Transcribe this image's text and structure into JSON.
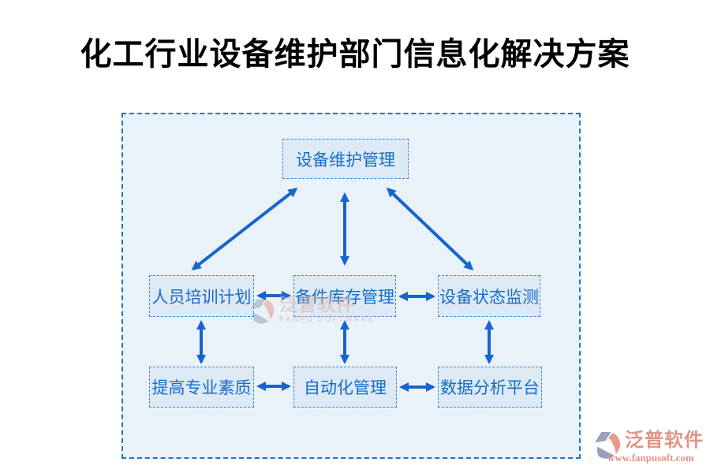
{
  "title": "化工行业设备维护部门信息化解决方案",
  "diagram": {
    "nodes": [
      {
        "id": "equipment-maintenance-management",
        "label": "设备维护管理"
      },
      {
        "id": "personnel-training-plan",
        "label": "人员培训计划"
      },
      {
        "id": "spare-parts-inventory-management",
        "label": "备件库存管理"
      },
      {
        "id": "equipment-status-monitoring",
        "label": "设备状态监测"
      },
      {
        "id": "improve-professional-quality",
        "label": "提高专业素质"
      },
      {
        "id": "automation-management",
        "label": "自动化管理"
      },
      {
        "id": "data-analysis-platform",
        "label": "数据分析平台"
      }
    ],
    "edges": [
      {
        "from": "equipment-maintenance-management",
        "to": "personnel-training-plan",
        "direction": "both"
      },
      {
        "from": "equipment-maintenance-management",
        "to": "spare-parts-inventory-management",
        "direction": "both"
      },
      {
        "from": "equipment-maintenance-management",
        "to": "equipment-status-monitoring",
        "direction": "both"
      },
      {
        "from": "personnel-training-plan",
        "to": "spare-parts-inventory-management",
        "direction": "both"
      },
      {
        "from": "spare-parts-inventory-management",
        "to": "equipment-status-monitoring",
        "direction": "both"
      },
      {
        "from": "personnel-training-plan",
        "to": "improve-professional-quality",
        "direction": "both"
      },
      {
        "from": "spare-parts-inventory-management",
        "to": "automation-management",
        "direction": "both"
      },
      {
        "from": "equipment-status-monitoring",
        "to": "data-analysis-platform",
        "direction": "both"
      },
      {
        "from": "improve-professional-quality",
        "to": "automation-management",
        "direction": "both"
      },
      {
        "from": "automation-management",
        "to": "data-analysis-platform",
        "direction": "both"
      }
    ]
  },
  "watermark": {
    "brand": "泛普软件",
    "brand_en": "FANPU SOFTWARE"
  },
  "footer_logo": {
    "brand": "泛普软件",
    "website": "www.fanpusoft.com"
  },
  "colors": {
    "accent_blue": "#1565cc",
    "node_text": "#176dc7",
    "node_fill": "#dde9f5",
    "node_border": "#3d85cf",
    "panel_fill": "#eaf2f9",
    "panel_border": "#1b74c4",
    "brand_salmon": "#df9488",
    "title_color": "#000000"
  }
}
